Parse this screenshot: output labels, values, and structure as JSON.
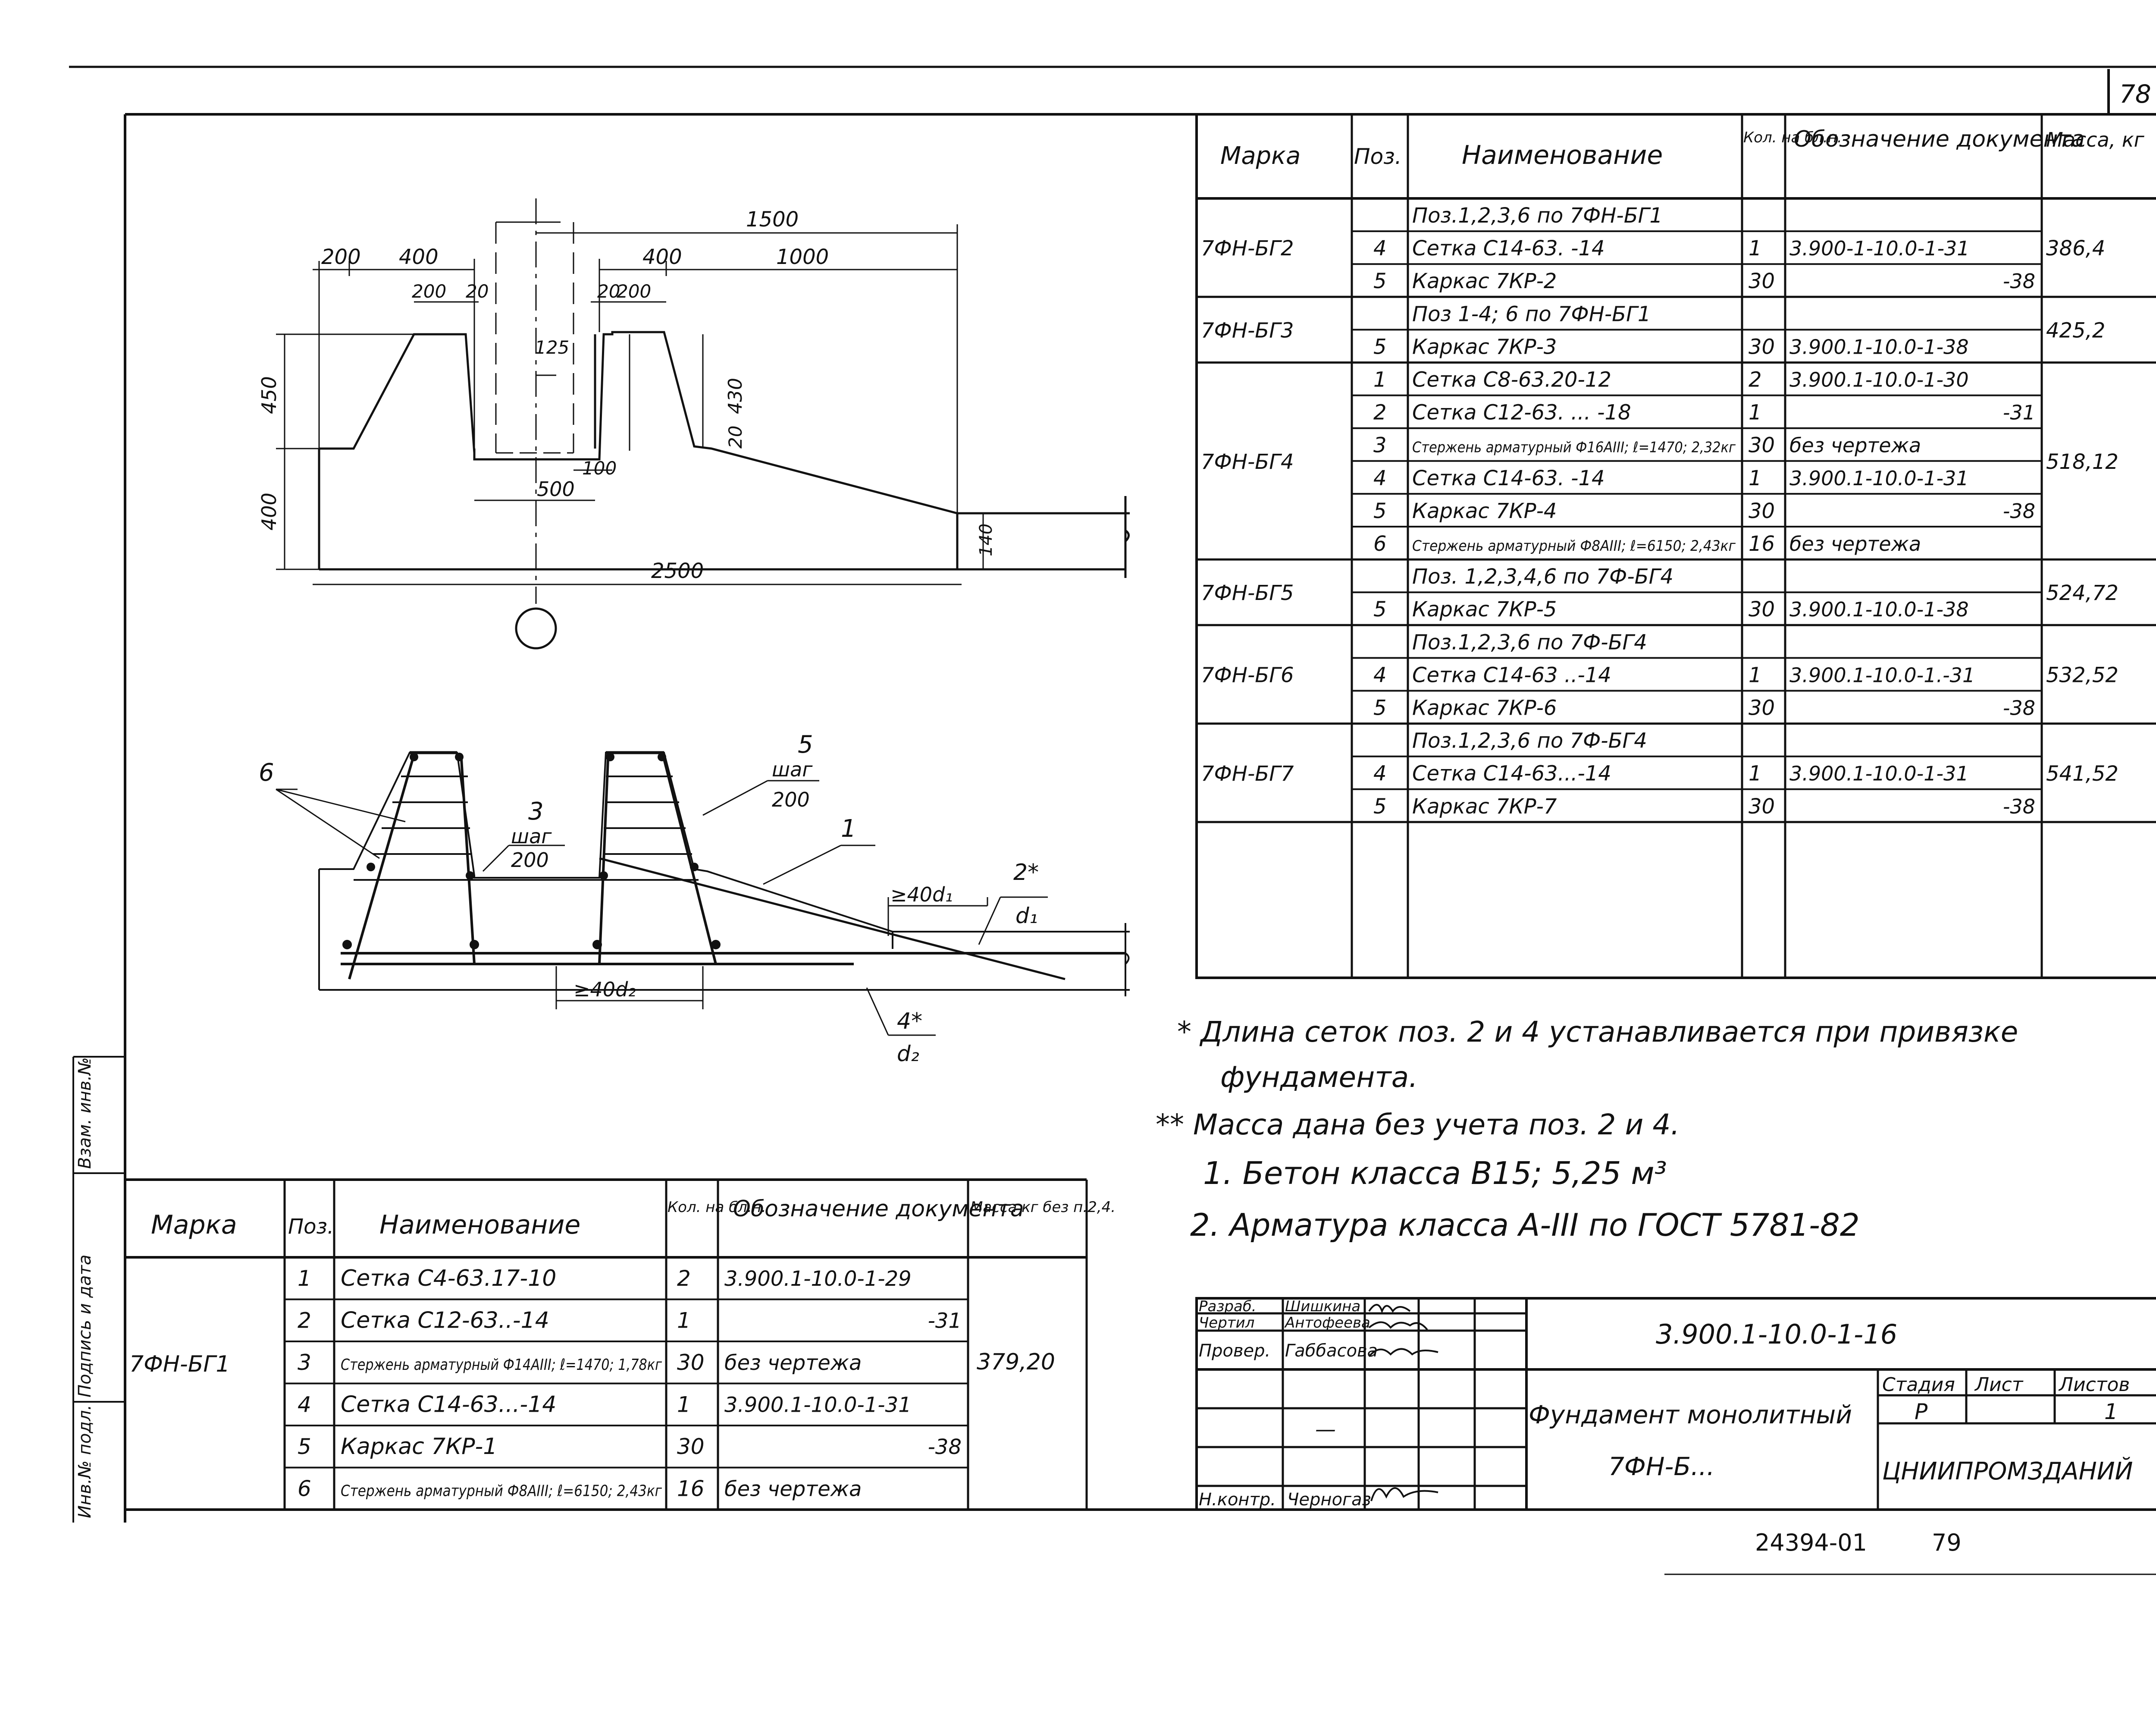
{
  "sheet": {
    "page_number_top": "78",
    "footer_code": "24394-01",
    "footer_page": "79"
  },
  "side_stamp": {
    "cells": [
      "Инв.№ подл.",
      "Подпись и дата",
      "Взам. инв.№"
    ]
  },
  "drawing": {
    "dims": {
      "top_total": "1500",
      "top_200": "200",
      "top_400_left": "400",
      "top_400_right": "400",
      "top_1000": "1000",
      "small_200_l": "200",
      "small_20_l": "20",
      "small_20_r": "20",
      "small_200_r": "200",
      "d125": "125",
      "d430": "430",
      "d20": "20",
      "d100": "100",
      "d500": "500",
      "d450": "450",
      "d400": "400",
      "d140": "140",
      "d2500": "2500"
    },
    "section_labels": {
      "pos6": "6",
      "pos5": "5",
      "pos5_step": "шаг",
      "pos5_step_val": "200",
      "pos3": "3",
      "pos3_step": "шаг",
      "pos3_step_val": "200",
      "pos1": "1",
      "anchor1": "≥40d₁",
      "pos2": "2*",
      "pos2_d": "d₁",
      "anchor2": "≥40d₂",
      "pos4": "4*",
      "pos4_d": "d₂"
    }
  },
  "right_table": {
    "headers": [
      "Марка",
      "Поз.",
      "Наименование",
      "Кол. на бл.н.",
      "Обозначение документа",
      "Масса, кг"
    ],
    "groups": [
      {
        "mark": "7ФН-БГ2",
        "mass": "386,4",
        "rows": [
          {
            "pos": "",
            "name": "Поз.1,2,3,6 по 7ФН-БГ1",
            "qty": "",
            "doc": ""
          },
          {
            "pos": "4",
            "name": "Сетка С14-63. -14",
            "qty": "1",
            "doc": "3.900-1-10.0-1-31"
          },
          {
            "pos": "5",
            "name": "Каркас 7КР-2",
            "qty": "30",
            "doc": "-38"
          }
        ]
      },
      {
        "mark": "7ФН-БГ3",
        "mass": "425,2",
        "rows": [
          {
            "pos": "",
            "name": "Поз 1-4; 6 по 7ФН-БГ1",
            "qty": "",
            "doc": ""
          },
          {
            "pos": "5",
            "name": "Каркас 7КР-3",
            "qty": "30",
            "doc": "3.900.1-10.0-1-38"
          }
        ]
      },
      {
        "mark": "7ФН-БГ4",
        "mass": "518,12",
        "rows": [
          {
            "pos": "1",
            "name": "Сетка С8-63.20-12",
            "qty": "2",
            "doc": "3.900.1-10.0-1-30"
          },
          {
            "pos": "2",
            "name": "Сетка С12-63. ... -18",
            "qty": "1",
            "doc": "-31"
          },
          {
            "pos": "3",
            "name": "Стержень арматурный Ф16АIII; ℓ=1470; 2,32кг",
            "qty": "30",
            "doc": "без чертежа"
          },
          {
            "pos": "4",
            "name": "Сетка С14-63. -14",
            "qty": "1",
            "doc": "3.900.1-10.0-1-31"
          },
          {
            "pos": "5",
            "name": "Каркас 7КР-4",
            "qty": "30",
            "doc": "-38"
          },
          {
            "pos": "6",
            "name": "Стержень арматурный Ф8АIII; ℓ=6150; 2,43кг",
            "qty": "16",
            "doc": "без чертежа"
          }
        ]
      },
      {
        "mark": "7ФН-БГ5",
        "mass": "524,72",
        "rows": [
          {
            "pos": "",
            "name": "Поз. 1,2,3,4,6 по 7Ф-БГ4",
            "qty": "",
            "doc": ""
          },
          {
            "pos": "5",
            "name": "Каркас 7КР-5",
            "qty": "30",
            "doc": "3.900.1-10.0-1-38"
          }
        ]
      },
      {
        "mark": "7ФН-БГ6",
        "mass": "532,52",
        "rows": [
          {
            "pos": "",
            "name": "Поз.1,2,3,6 по 7Ф-БГ4",
            "qty": "",
            "doc": ""
          },
          {
            "pos": "4",
            "name": "Сетка С14-63 ..-14",
            "qty": "1",
            "doc": "3.900.1-10.0-1.-31"
          },
          {
            "pos": "5",
            "name": "Каркас 7КР-6",
            "qty": "30",
            "doc": "-38"
          }
        ]
      },
      {
        "mark": "7ФН-БГ7",
        "mass": "541,52",
        "rows": [
          {
            "pos": "",
            "name": "Поз.1,2,3,6 по 7Ф-БГ4",
            "qty": "",
            "doc": ""
          },
          {
            "pos": "4",
            "name": "Сетка С14-63...-14",
            "qty": "1",
            "doc": "3.900.1-10.0-1-31"
          },
          {
            "pos": "5",
            "name": "Каркас 7КР-7",
            "qty": "30",
            "doc": "-38"
          }
        ]
      }
    ]
  },
  "left_table": {
    "headers": [
      "Марка",
      "Поз.",
      "Наименование",
      "Кол. на бл.н.",
      "Обозначение документа",
      "Масса кг без п.2,4."
    ],
    "mark": "7ФН-БГ1",
    "mass": "379,20",
    "rows": [
      {
        "pos": "1",
        "name": "Сетка С4-63.17-10",
        "qty": "2",
        "doc": "3.900.1-10.0-1-29"
      },
      {
        "pos": "2",
        "name": "Сетка С12-63..-14",
        "qty": "1",
        "doc": "-31"
      },
      {
        "pos": "3",
        "name": "Стержень арматурный Ф14АIII; ℓ=1470; 1,78кг",
        "qty": "30",
        "doc": "без чертежа"
      },
      {
        "pos": "4",
        "name": "Сетка С14-63...-14",
        "qty": "1",
        "doc": "3.900.1-10.0-1-31"
      },
      {
        "pos": "5",
        "name": "Каркас 7КР-1",
        "qty": "30",
        "doc": "-38"
      },
      {
        "pos": "6",
        "name": "Стержень арматурный Ф8АIII; ℓ=6150; 2,43кг",
        "qty": "16",
        "doc": "без чертежа"
      }
    ]
  },
  "notes": {
    "n_star1": "*  Длина сеток поз. 2 и 4 устанавливается при привязке",
    "n_star1b": "фундамента.",
    "n_star2": "** Масса дана без учета поз. 2 и 4.",
    "n1": "1. Бетон класса В15; 5,25 м³",
    "n2": "2. Арматура класса А-III по ГОСТ 5781-82"
  },
  "title_block": {
    "roles": [
      {
        "role": "Разраб.",
        "name": "Шишкина"
      },
      {
        "role": "Чертил",
        "name": "Антофеева"
      },
      {
        "role": "Провер.",
        "name": "Габбасова"
      },
      {
        "role": "",
        "name": ""
      },
      {
        "role": "",
        "name": "—"
      },
      {
        "role": "Н.контр.",
        "name": "Черногаз"
      }
    ],
    "doc_code": "3.900.1-10.0-1-16",
    "title_line1": "Фундамент монолитный",
    "title_line2": "7ФН-Б...",
    "stage_label": "Стадия",
    "stage_val": "Р",
    "sheet_label": "Лист",
    "sheet_val": "",
    "sheets_label": "Листов",
    "sheets_val": "1",
    "org": "ЦНИИПРОМЗДАНИЙ"
  }
}
